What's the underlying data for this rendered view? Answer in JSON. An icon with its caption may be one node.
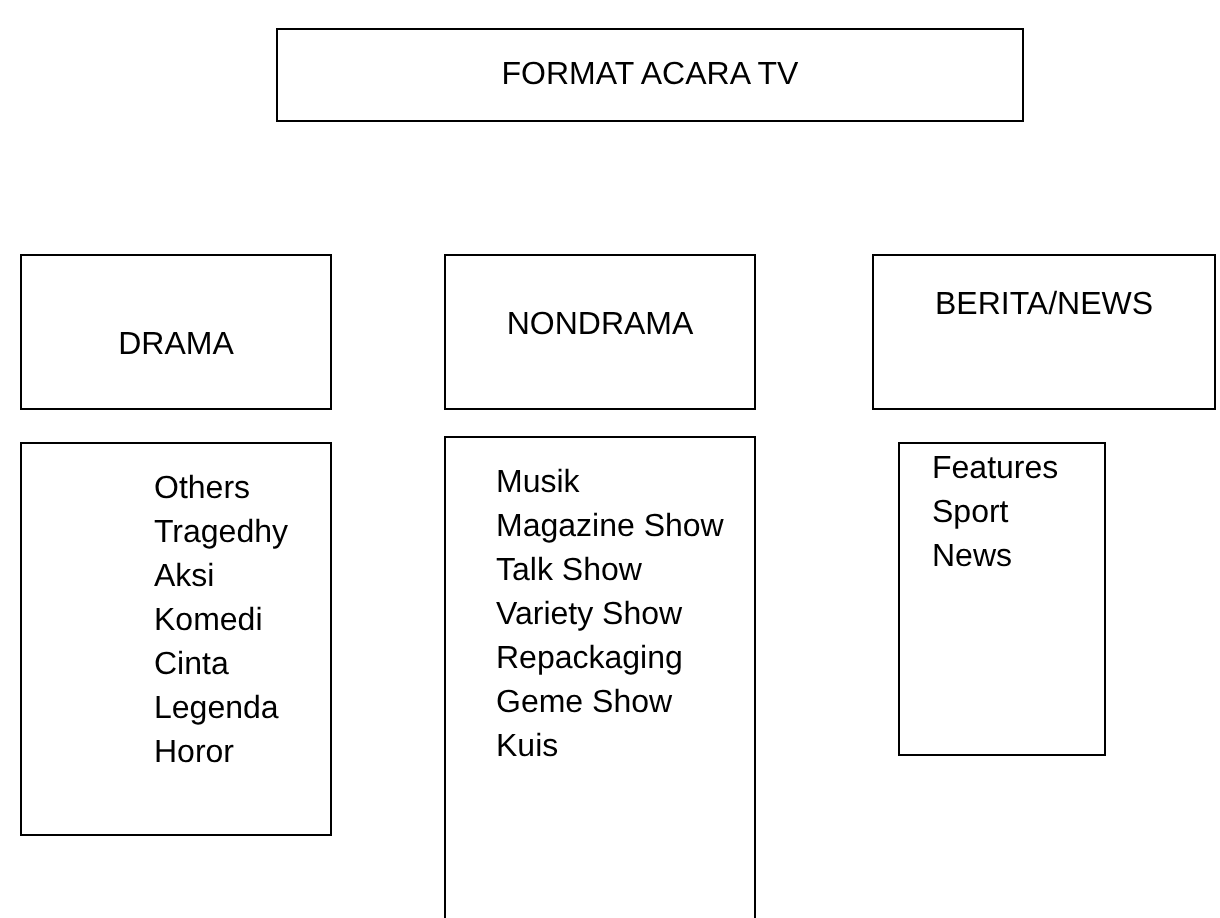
{
  "diagram": {
    "nodes": [
      {
        "text": [
          "FORMAT ACARA TV"
        ]
      },
      {
        "text": [
          "DRAMA"
        ]
      },
      {
        "text": [
          "NONDRAMA"
        ]
      },
      {
        "text": [
          "BERITA/NEWS"
        ]
      },
      {
        "text": [
          "Others",
          "Tragedhy",
          "Aksi",
          "Komedi",
          "Cinta",
          "Legenda",
          "Horor"
        ]
      },
      {
        "text": [
          "Musik",
          "Magazine Show",
          "Talk Show",
          "Variety Show",
          "Repackaging",
          "Geme Show",
          "Kuis"
        ]
      },
      {
        "text": [
          "Features",
          "Sport",
          "News"
        ]
      }
    ],
    "edges": []
  }
}
